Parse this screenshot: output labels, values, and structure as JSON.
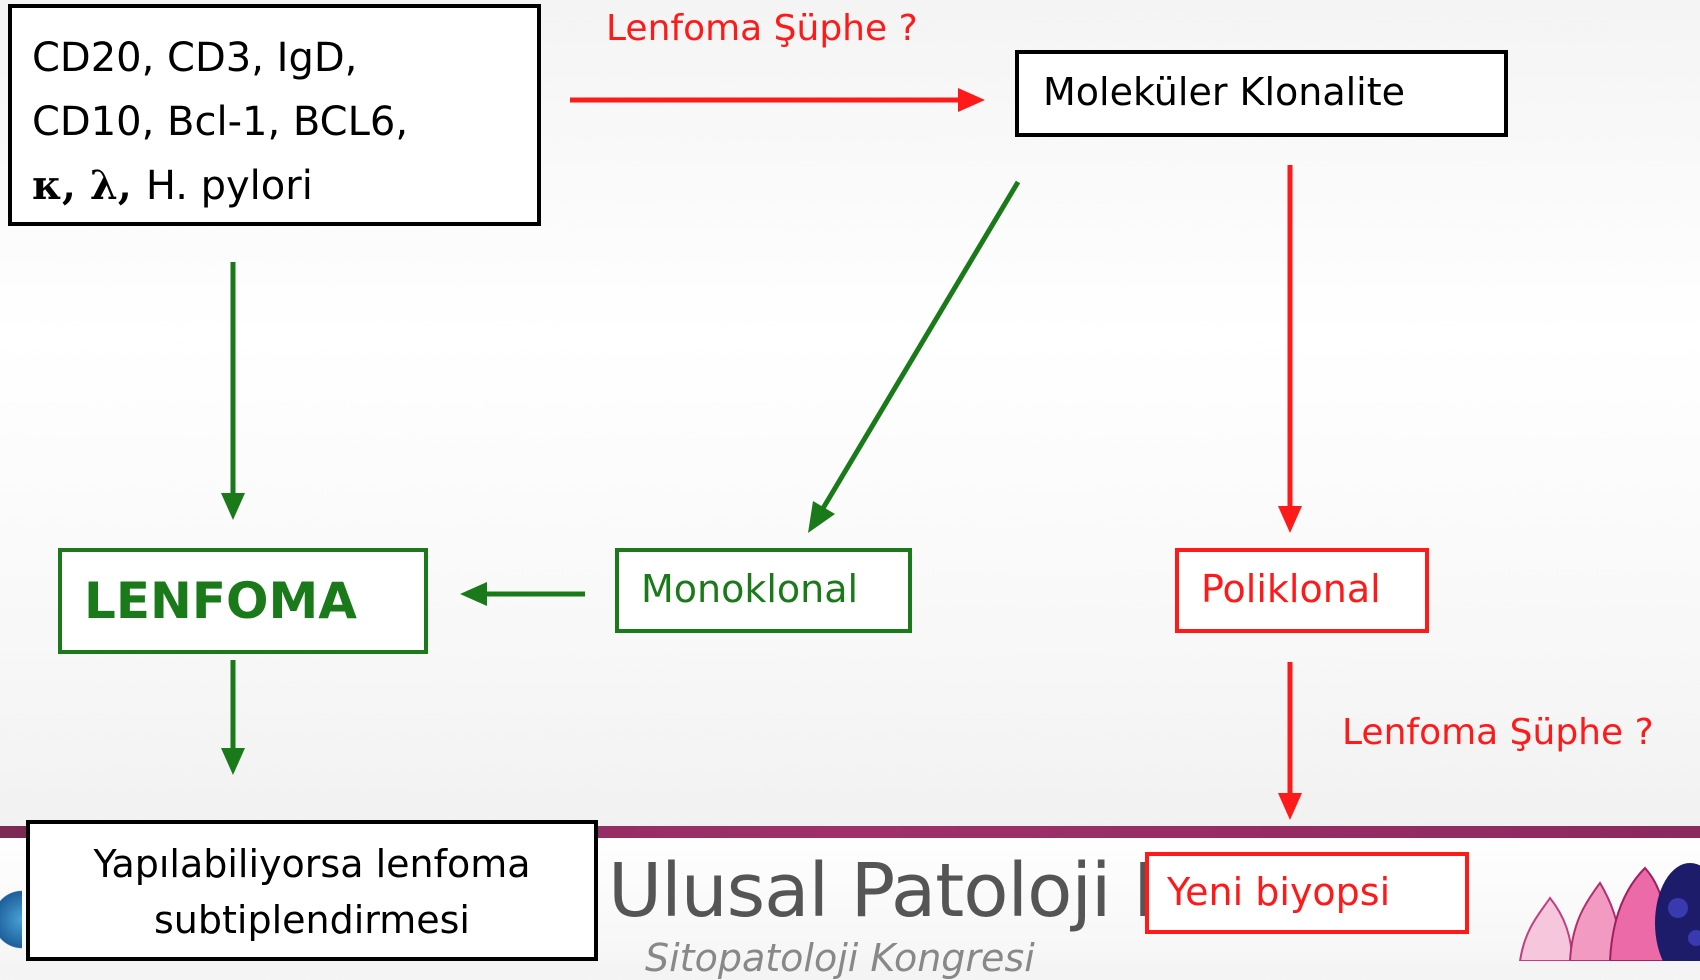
{
  "box_top_left": {
    "line1": "CD20, CD3, IgD,",
    "line2": "CD10, Bcl-1, BCL6,",
    "line3_symbols": "κ, λ,",
    "line3_text": "H. pylori"
  },
  "label_top": "Lenfoma Şüphe ?",
  "box_molecular": "Moleküler Klonalite",
  "box_lenfoma": "LENFOMA",
  "box_monoklonal": "Monoklonal",
  "box_poliklonal": "Poliklonal",
  "label_right": "Lenfoma Şüphe ?",
  "box_subtype": {
    "line1": "Yapılabiliyorsa lenfoma",
    "line2": "subtiplendirmesi"
  },
  "box_biopsy": "Yeni biyopsi",
  "footer": {
    "title": "Ulusal Patoloji K",
    "subtitle": "Sitopatoloji Kongresi"
  },
  "colors": {
    "green": "#1a7a1a",
    "red": "#ff1a1a",
    "black": "#000000"
  }
}
